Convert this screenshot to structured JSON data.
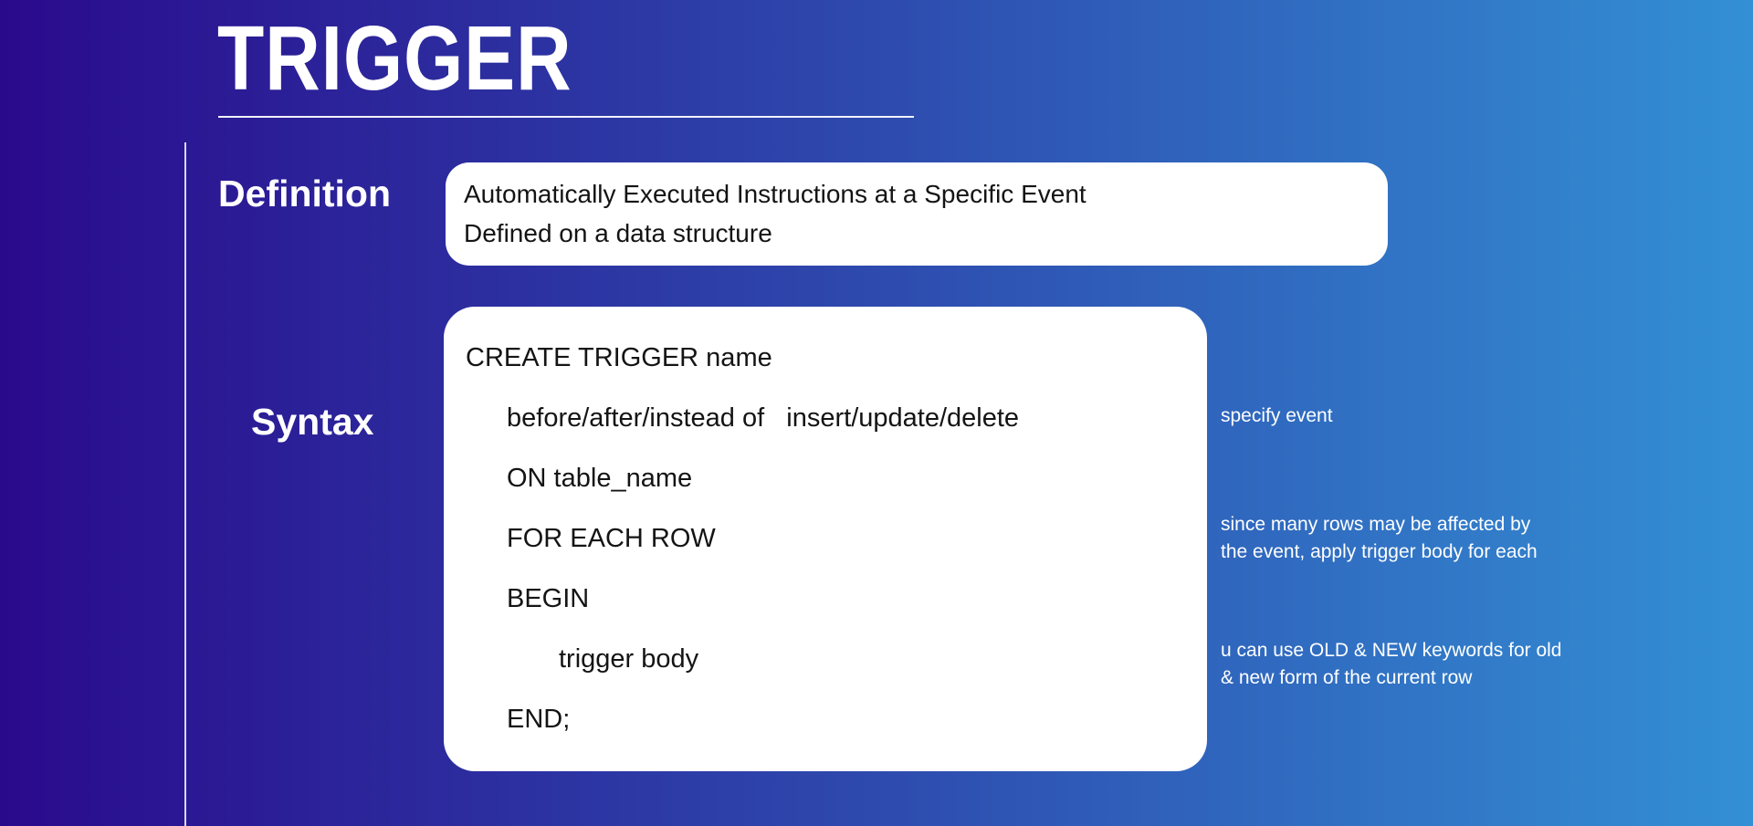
{
  "slide": {
    "title": "TRIGGER"
  },
  "definition": {
    "label": "Definition",
    "lines": [
      "Automatically Executed Instructions at a Specific Event",
      "Defined on a data structure"
    ]
  },
  "syntax": {
    "label": "Syntax",
    "lines": [
      "CREATE TRIGGER name",
      "before/after/instead of   insert/update/delete",
      "ON table_name",
      "FOR EACH ROW",
      "BEGIN",
      "trigger body",
      "END;"
    ]
  },
  "annotations": [
    {
      "lines": [
        "specify event",
        ""
      ]
    },
    {
      "lines": [
        "since many rows may be affected by",
        "the event, apply trigger body for each"
      ]
    },
    {
      "lines": [
        "u can use OLD & NEW keywords for old",
        "& new form of the current row"
      ]
    }
  ],
  "colors": {
    "background_left": "#2a0a8c",
    "background_right": "#3390d4",
    "card_background": "#ffffff",
    "card_text": "#141414",
    "label_text": "#ffffff",
    "annotation_text": "#ffffff",
    "divider": "#f2f2fa"
  }
}
